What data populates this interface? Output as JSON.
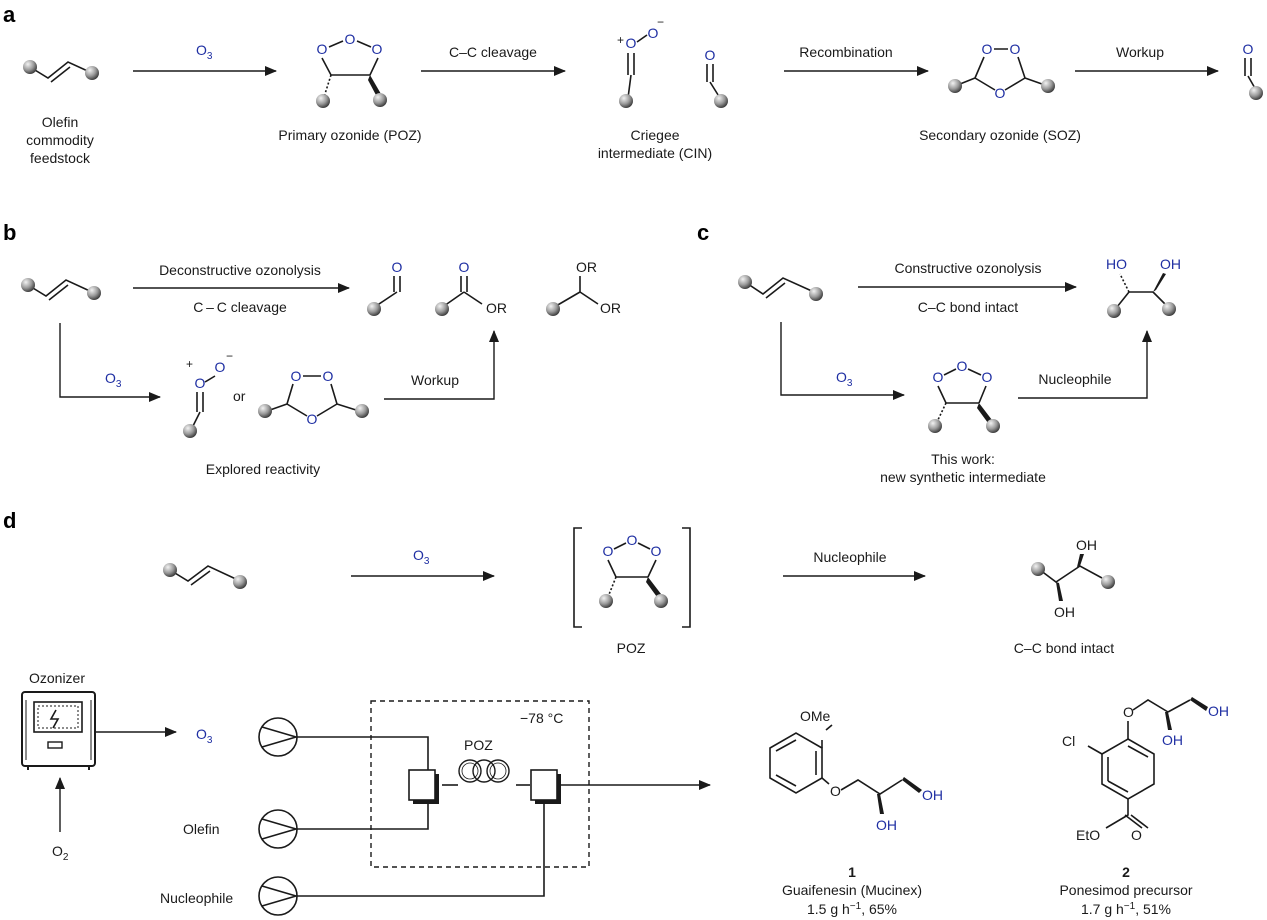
{
  "panels": {
    "a": "a",
    "b": "b",
    "c": "c",
    "d": "d"
  },
  "colors": {
    "heteroatom": "#1f2fa3",
    "ink": "#1a1a1a",
    "sphere_light": "#f2f2f2",
    "sphere_dark": "#333333"
  },
  "atoms": {
    "O": "O",
    "OH": "OH",
    "HO": "HO",
    "OR": "OR",
    "OMe": "OMe",
    "Cl": "Cl",
    "EtO": "EtO",
    "plus": "+",
    "minus": "−"
  },
  "panel_a": {
    "step1": {
      "reagent": "O",
      "sub": "3"
    },
    "step2": "C–C cleavage",
    "step3": "Recombination",
    "step4": "Workup",
    "olefin": [
      "Olefin",
      "commodity",
      "feedstock"
    ],
    "poz": "Primary ozonide (POZ)",
    "cin": [
      "Criegee",
      "intermediate (CIN)"
    ],
    "soz": "Secondary ozonide (SOZ)"
  },
  "panel_b": {
    "top_arrow_upper": "Deconstructive ozonolysis",
    "top_arrow_lower": "C – C cleavage",
    "ozone": {
      "reagent": "O",
      "sub": "3"
    },
    "or_word": "or",
    "workup": "Workup",
    "caption": "Explored reactivity"
  },
  "panel_c": {
    "top_arrow_upper": "Constructive ozonolysis",
    "top_arrow_lower": "C–C bond intact",
    "ozone": {
      "reagent": "O",
      "sub": "3"
    },
    "nucleophile": "Nucleophile",
    "caption": [
      "This work:",
      "new synthetic intermediate"
    ]
  },
  "panel_d": {
    "ozone": {
      "reagent": "O",
      "sub": "3"
    },
    "nucleophile": "Nucleophile",
    "poz": "POZ",
    "bond_intact": "C–C bond intact",
    "ozonizer": "Ozonizer",
    "o3_feed": {
      "reagent": "O",
      "sub": "3"
    },
    "o2": {
      "reagent": "O",
      "sub": "2"
    },
    "olefin_feed": "Olefin",
    "nucleophile_feed": "Nucleophile",
    "temperature": "−78 °C",
    "reactor_label": "POZ",
    "product1": {
      "number": "1",
      "name": "Guaifenesin (Mucinex)",
      "rate": "1.5 g h",
      "exp": "−1",
      "yield": ", 65%"
    },
    "product2": {
      "number": "2",
      "name": "Ponesimod precursor",
      "rate": "1.7 g h",
      "exp": "−1",
      "yield": ", 51%"
    }
  }
}
